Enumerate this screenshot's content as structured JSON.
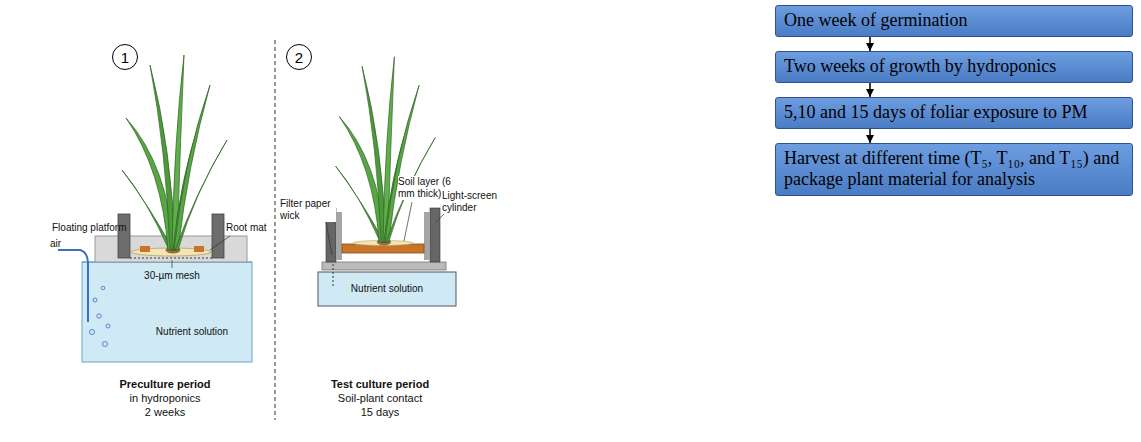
{
  "diagram": {
    "nodes": [
      {
        "text": [
          "1"
        ]
      },
      {
        "text": [
          "2"
        ]
      },
      {
        "text": [
          "One week of germination"
        ]
      },
      {
        "text": [
          "Two weeks of growth by hydroponics"
        ]
      },
      {
        "text": [
          "5,10 and 15 days of foliar exposure to PM"
        ]
      },
      {
        "text": [
          "Harvest at different time (T₅, T₁₀, and T₁₅) and package plant material for analysis"
        ]
      }
    ],
    "edges": [
      {
        "from": 2,
        "to": 3,
        "arrow": "to"
      },
      {
        "from": 3,
        "to": 4,
        "arrow": "to"
      },
      {
        "from": 4,
        "to": 5,
        "arrow": "to"
      }
    ],
    "labels": [
      "Floating platform",
      "air",
      "Root mat",
      "30-µm mesh",
      "Nutrient solution",
      "Preculture period",
      "in hydroponics",
      "2 weeks",
      "Soil layer (6 mm thick)",
      "Filter paper wick",
      "Light-screen cylinder",
      "Nutrient solution",
      "Test culture period",
      "Soil-plant contact",
      "15 days"
    ]
  }
}
